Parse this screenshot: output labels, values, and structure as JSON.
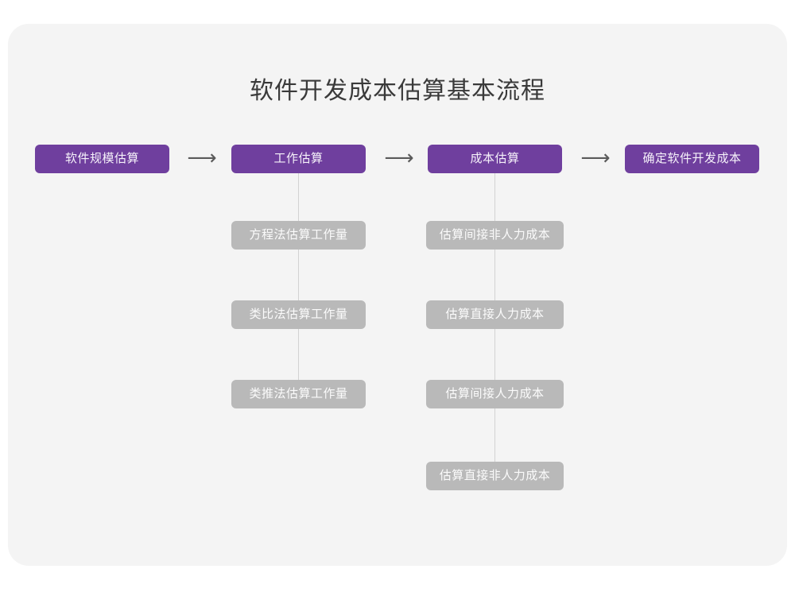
{
  "canvas": {
    "background_color": "#ffffff",
    "card_color": "#f4f4f4"
  },
  "diagram": {
    "type": "flowchart",
    "title": "软件开发成本估算基本流程",
    "title_color": "#3a3a3a",
    "primary_color": "#6f3f9e",
    "secondary_color": "#b9b9b9",
    "connector_color": "#d2d2d2",
    "arrow_glyph": "⟶",
    "main_flow": [
      {
        "id": "step-1",
        "label": "软件规模估算"
      },
      {
        "id": "step-2",
        "label": "工作估算"
      },
      {
        "id": "step-3",
        "label": "成本估算"
      },
      {
        "id": "step-4",
        "label": "确定软件开发成本"
      }
    ],
    "arrows": [
      {
        "id": "arrow-1",
        "glyph": "⟶"
      },
      {
        "id": "arrow-2",
        "glyph": "⟶"
      },
      {
        "id": "arrow-3",
        "glyph": "⟶"
      }
    ],
    "branches": [
      {
        "parent": "step-2",
        "items": [
          {
            "id": "effort-1",
            "label": "方程法估算工作量"
          },
          {
            "id": "effort-2",
            "label": "类比法估算工作量"
          },
          {
            "id": "effort-3",
            "label": "类推法估算工作量"
          }
        ]
      },
      {
        "parent": "step-3",
        "items": [
          {
            "id": "cost-1",
            "label": "估算间接非人力成本"
          },
          {
            "id": "cost-2",
            "label": "估算直接人力成本"
          },
          {
            "id": "cost-3",
            "label": "估算间接人力成本"
          },
          {
            "id": "cost-4",
            "label": "估算直接非人力成本"
          }
        ]
      }
    ]
  }
}
